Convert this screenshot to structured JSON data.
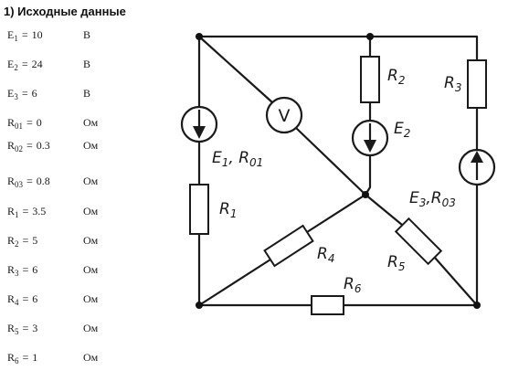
{
  "title": "1) Исходные данные",
  "params": [
    {
      "sym": "E",
      "sub": "1",
      "val": "10",
      "unit": "B"
    },
    {
      "sym": "E",
      "sub": "2",
      "val": "24",
      "unit": "B"
    },
    {
      "sym": "E",
      "sub": "3",
      "val": "6",
      "unit": "B"
    },
    {
      "sym": "R",
      "sub": "01",
      "val": "0",
      "unit": "Ом"
    },
    {
      "sym": "R",
      "sub": "02",
      "val": "0.3",
      "unit": "Ом"
    },
    {
      "sym": "R",
      "sub": "03",
      "val": "0.8",
      "unit": "Ом"
    },
    {
      "sym": "R",
      "sub": "1",
      "val": "3.5",
      "unit": "Ом"
    },
    {
      "sym": "R",
      "sub": "2",
      "val": "5",
      "unit": "Ом"
    },
    {
      "sym": "R",
      "sub": "3",
      "val": "6",
      "unit": "Ом"
    },
    {
      "sym": "R",
      "sub": "4",
      "val": "6",
      "unit": "Ом"
    },
    {
      "sym": "R",
      "sub": "5",
      "val": "3",
      "unit": "Ом"
    },
    {
      "sym": "R",
      "sub": "6",
      "val": "1",
      "unit": "Ом"
    }
  ],
  "circuit": {
    "voltmeter": "V",
    "labels": {
      "r2": {
        "main": "R",
        "sub": "2"
      },
      "r3": {
        "main": "R",
        "sub": "3"
      },
      "e2": {
        "main": "E",
        "sub": "2"
      },
      "e1r01": {
        "main": "E",
        "sub": "1",
        "sep": ", R",
        "sub2": "01"
      },
      "e3r03": {
        "main": "E",
        "sub": "3",
        "sep": ",R",
        "sub2": "03"
      },
      "r1": {
        "main": "R",
        "sub": "1"
      },
      "r4": {
        "main": "R",
        "sub": "4"
      },
      "r5": {
        "main": "R",
        "sub": "5"
      },
      "r6": {
        "main": "R",
        "sub": "6"
      }
    }
  }
}
